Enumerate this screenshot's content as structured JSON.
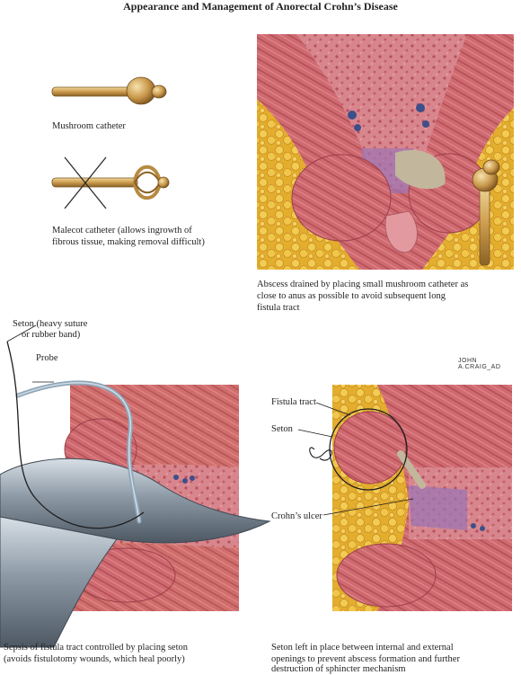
{
  "title": "Appearance and Management of Anorectal Crohn’s Disease",
  "captions": {
    "mushroom": "Mushroom catheter",
    "malecot_line1": "Malecot catheter (allows ingrowth of",
    "malecot_line2": "fibrous tissue, making removal difficult)",
    "abscess_line1": "Abscess drained by placing small mushroom catheter as",
    "abscess_line2": "close to anus as possible to avoid subsequent long",
    "abscess_line3": "fistula tract",
    "sepsis_line1": "Sepsis of fistula tract controlled by placing seton",
    "sepsis_line2": "(avoids fistulotomy wounds, which heal poorly)",
    "seton_line1": "Seton left in place between internal and external",
    "seton_line2": "openings to prevent abscess formation and further",
    "seton_line3": "destruction of sphincter mechanism"
  },
  "labels": {
    "seton_heavy_line1": "Seton (heavy suture",
    "seton_heavy_line2": "or rubber band)",
    "probe": "Probe",
    "fistula_tract": "Fistula tract",
    "seton": "Seton",
    "crohns_ulcer": "Crohn’s ulcer"
  },
  "signature": "JOHN A.CRAIG_AD",
  "colors": {
    "fat": "#e8b93a",
    "muscle": "#c9626a",
    "mucosa": "#d77f86",
    "catheter": "#c99a4c",
    "probe": "#8fa6b8"
  }
}
